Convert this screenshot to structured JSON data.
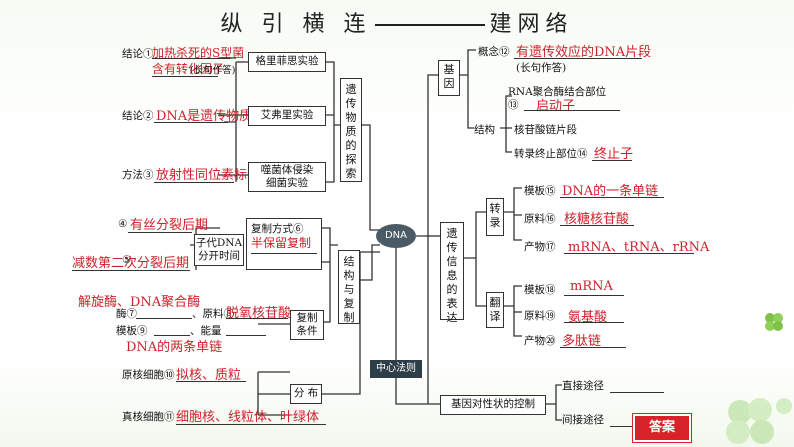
{
  "title": {
    "left": "纵 引 横 连",
    "right": "建网络"
  },
  "left": {
    "griffith_box": "格里菲思实验",
    "avery_box": "艾弗里实验",
    "phage_box": "噬菌体侵染\n细菌实验",
    "explore_box": "遗\n传\n物\n质\n的\n探\n索",
    "c1_label": "结论①",
    "c1_ans": "加热杀死的S型菌",
    "c1_ans2": "含有转化因子",
    "c1_note": "(长句作答)",
    "c2_label": "结论②",
    "c2_ans": "DNA是遗传物质",
    "c3_label": "方法③",
    "c3_ans": "放射性同位素标记",
    "c4_label": "④",
    "c4_ans": "有丝分裂后期",
    "c5_ans": "减数第二次分裂后期",
    "c5_label": "⑤",
    "timing_box": "子代DNA\n分开时间",
    "mode_label": "复制方式⑥",
    "mode_ans": "半保留复制",
    "enzyme_ans": "解旋酶、DNA聚合酶",
    "enzyme_label": "酶⑦",
    "raw_label": "、原料⑧",
    "raw_ans": "脱氧核苷酸",
    "template_label": "模板⑨",
    "energy_label": "、能量",
    "template_ans": "DNA的两条单链",
    "cond_box": "复制\n条件",
    "struct_box": "结\n构\n与\n复\n制",
    "pro_label": "原核细胞⑩",
    "pro_ans": "拟核、质粒",
    "euk_label": "真核细胞⑪",
    "euk_ans": "细胞核、线粒体、叶绿体",
    "dist_box": "分 布"
  },
  "center": {
    "dna": "DNA",
    "law": "中心法则"
  },
  "right": {
    "gene_box": "基\n因",
    "concept_label": "概念⑫",
    "concept_ans": "有遗传效应的DNA片段",
    "concept_note": "(长句作答)",
    "struct_label": "结构",
    "rna_pol_label": "RNA聚合酶结合部位",
    "promoter_num": "⑬",
    "promoter_ans": "启动子",
    "core_label": "核苷酸链片段",
    "term_label": "转录终止部位⑭",
    "term_ans": "终止子",
    "expr_box": "遗\n传\n信\n息\n的\n表\n达",
    "tx_box": "转\n录",
    "t_template_label": "模板⑮",
    "t_template_ans": "DNA的一条单链",
    "t_raw_label": "原料⑯",
    "t_raw_ans": "核糖核苷酸",
    "t_prod_label": "产物⑰",
    "t_prod_ans": "mRNA、tRNA、rRNA",
    "tl_box": "翻\n译",
    "l_template_label": "模板⑱",
    "l_template_ans": "mRNA",
    "l_raw_label": "原料⑲",
    "l_raw_ans": "氨基酸",
    "l_prod_label": "产物⑳",
    "l_prod_ans": "多肽链",
    "control_box": "基因对性状的控制",
    "direct": "直接途径",
    "indirect": "间接途径"
  },
  "answer_button": "答案",
  "colors": {
    "answer": "#d0202a",
    "line": "#333333",
    "accent": "#d8222a",
    "leaf": "#7fc24a"
  }
}
